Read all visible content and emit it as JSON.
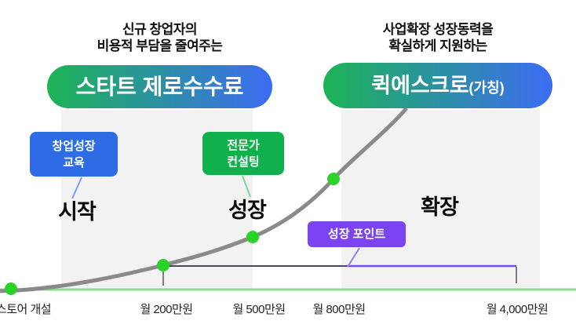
{
  "headings": {
    "left": {
      "line1": "신규 창업자의",
      "line2": "비용적 부담을 줄여주는"
    },
    "right": {
      "line1": "사업확장 성장동력을",
      "line2": "확실하게 지원하는"
    }
  },
  "programs": {
    "left": {
      "name": "스타트 제로수수료"
    },
    "right": {
      "name": "퀵에스크로",
      "suffix": "(가칭)"
    }
  },
  "callouts": {
    "startup_education": {
      "line1": "창업성장",
      "line2": "교육",
      "color": "#2e6ce6"
    },
    "expert_consulting": {
      "line1": "전문가",
      "line2": "컨설팅",
      "color": "#10b04c"
    },
    "growth_point": {
      "label": "성장 포인트",
      "color": "#7c44f0"
    }
  },
  "stages": {
    "start": "시작",
    "growth": "성장",
    "expansion": "확장"
  },
  "axis_labels": [
    "스토어 개설",
    "월 200만원",
    "월 500만원",
    "월 800만원",
    "월 4,000만원"
  ],
  "growth_curve": {
    "type": "milestone-curve",
    "milestones": [
      {
        "label": "스토어 개설",
        "dot": true
      },
      {
        "label": "월 200만원",
        "dot": true
      },
      {
        "label": "월 500만원",
        "dot": true
      },
      {
        "label": "월 800만원",
        "dot": true
      },
      {
        "label": "월 4,000만원",
        "dot": false
      }
    ],
    "growth_point_range": [
      "월 200만원",
      "월 4,000만원"
    ]
  },
  "colors": {
    "gradient_green": "#1db455",
    "gradient_blue": "#3c6cf2",
    "accent_blue": "#2e6ce6",
    "accent_green": "#10b04c",
    "accent_purple": "#7c44f0",
    "band_gray": "#f2f2f2",
    "curve_gray": "#8a8a8a",
    "baseline_green": "#8fd98f",
    "dot_green": "#29d329",
    "bracket_dark": "#4a4664",
    "bracket_purple": "#7a4cf0"
  }
}
